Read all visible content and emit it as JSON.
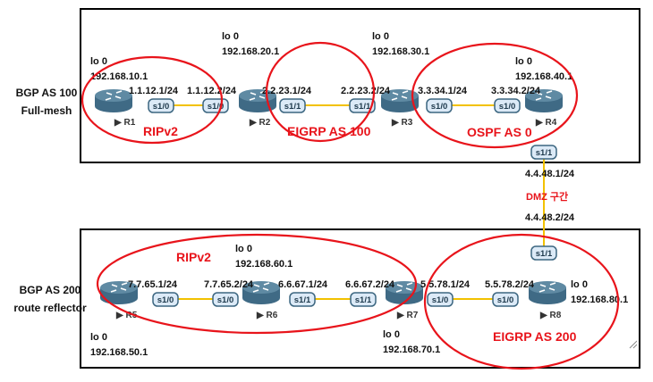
{
  "colors": {
    "zone": "#e8141b",
    "link": "#f2c100",
    "router": "#3f6a85",
    "box": "#000000"
  },
  "bgp": {
    "as100": [
      "BGP AS 100",
      "Full-mesh"
    ],
    "as200": [
      "BGP AS 200",
      "route reflector"
    ]
  },
  "zones": {
    "rip_top": "RIPv2",
    "eigrp100": "EIGRP AS 100",
    "ospf": "OSPF AS 0",
    "rip_bottom": "RIPv2",
    "eigrp200": "EIGRP AS 200",
    "dmz": "DMZ 구간"
  },
  "routers": [
    {
      "name": "R1",
      "lo_label": "lo 0",
      "lo_ip": "192.168.10.1"
    },
    {
      "name": "R2",
      "lo_label": "lo 0",
      "lo_ip": "192.168.20.1"
    },
    {
      "name": "R3",
      "lo_label": "lo 0",
      "lo_ip": "192.168.30.1"
    },
    {
      "name": "R4",
      "lo_label": "lo 0",
      "lo_ip": "192.168.40.1"
    },
    {
      "name": "R5",
      "lo_label": "lo 0",
      "lo_ip": "192.168.50.1"
    },
    {
      "name": "R6",
      "lo_label": "lo 0",
      "lo_ip": "192.168.60.1"
    },
    {
      "name": "R7",
      "lo_label": "lo 0",
      "lo_ip": "192.168.70.1"
    },
    {
      "name": "R8",
      "lo_label": "lo 0",
      "lo_ip": "192.168.80.1"
    }
  ],
  "links": [
    {
      "a_if": "s1/0",
      "a_ip": "1.1.12.1/24",
      "b_if": "s1/0",
      "b_ip": "1.1.12.2/24"
    },
    {
      "a_if": "s1/1",
      "a_ip": "2.2.23.1/24",
      "b_if": "s1/1",
      "b_ip": "2.2.23.2/24"
    },
    {
      "a_if": "s1/0",
      "a_ip": "3.3.34.1/24",
      "b_if": "s1/0",
      "b_ip": "3.3.34.2/24"
    },
    {
      "a_if": "s1/1",
      "a_ip": "4.4.48.1/24",
      "b_if": "s1/1",
      "b_ip": "4.4.48.2/24"
    },
    {
      "a_if": "s1/0",
      "a_ip": "7.7.65.1/24",
      "b_if": "s1/0",
      "b_ip": "7.7.65.2/24"
    },
    {
      "a_if": "s1/1",
      "a_ip": "6.6.67.1/24",
      "b_if": "s1/1",
      "b_ip": "6.6.67.2/24"
    },
    {
      "a_if": "s1/0",
      "a_ip": "5.5.78.1/24",
      "b_if": "s1/0",
      "b_ip": "5.5.78.2/24"
    }
  ]
}
